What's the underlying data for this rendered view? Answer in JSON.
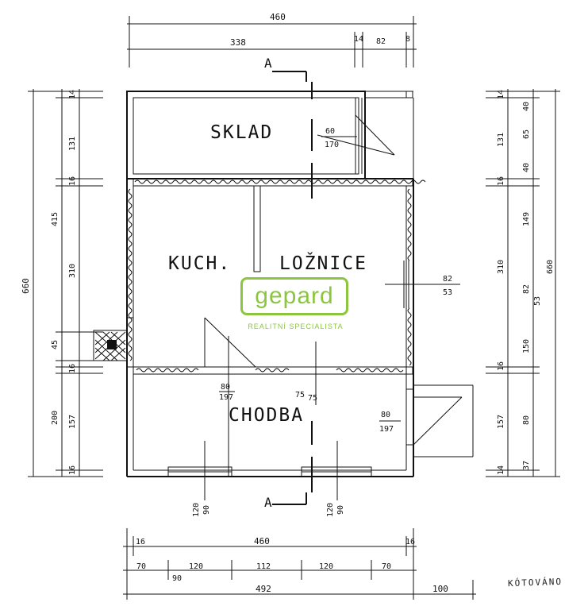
{
  "rooms": {
    "sklad": "SKLAD",
    "kuch": "KUCH.",
    "loznice": "LOŽNICE",
    "chodba": "CHODBA"
  },
  "top_dims": {
    "overall": "460",
    "d1": "338",
    "d2": "14",
    "d3": "82",
    "d4": "8"
  },
  "left_dims": {
    "overall": "660",
    "a1": "14",
    "a2": "131",
    "a3": "16",
    "a4": "415",
    "a5": "310",
    "a6": "45",
    "a7": "16",
    "a8": "200",
    "a9": "157",
    "a10": "16"
  },
  "right_dims": {
    "r1": "14",
    "r2": "40",
    "r3": "131",
    "r4": "65",
    "r5": "40",
    "r6": "16",
    "r7": "149",
    "r8": "310",
    "r9": "660",
    "r10": "82",
    "r11": "53",
    "r12": "150",
    "r13": "16",
    "r14": "157",
    "r15": "80",
    "r16": "14",
    "r17": "37"
  },
  "opening_dims": {
    "sklad_door_w": "60",
    "sklad_door_h": "170",
    "loznice_win_w": "82",
    "loznice_win_h": "53",
    "kuch_door_w": "80",
    "kuch_door_h": "197",
    "loz_door_w": "75",
    "loz_door_h": "75",
    "chodba_door_w": "80",
    "chodba_door_h": "197",
    "win1_w": "120",
    "win1_h": "90",
    "win2_w": "120",
    "win2_h": "90"
  },
  "bottom_dims": {
    "b1": "16",
    "b2": "460",
    "b3": "16",
    "c1": "70",
    "c2": "120",
    "c3": "112",
    "c4": "120",
    "c5": "70",
    "c6": "90",
    "total": "492",
    "extra": "100"
  },
  "section_marks": {
    "top": "A",
    "bottom": "A"
  },
  "logo": {
    "name": "gepard",
    "tagline": "REALITNÍ SPECIALISTA",
    "color": "#8cc63f"
  },
  "signature": "KÓTOVÁNO"
}
